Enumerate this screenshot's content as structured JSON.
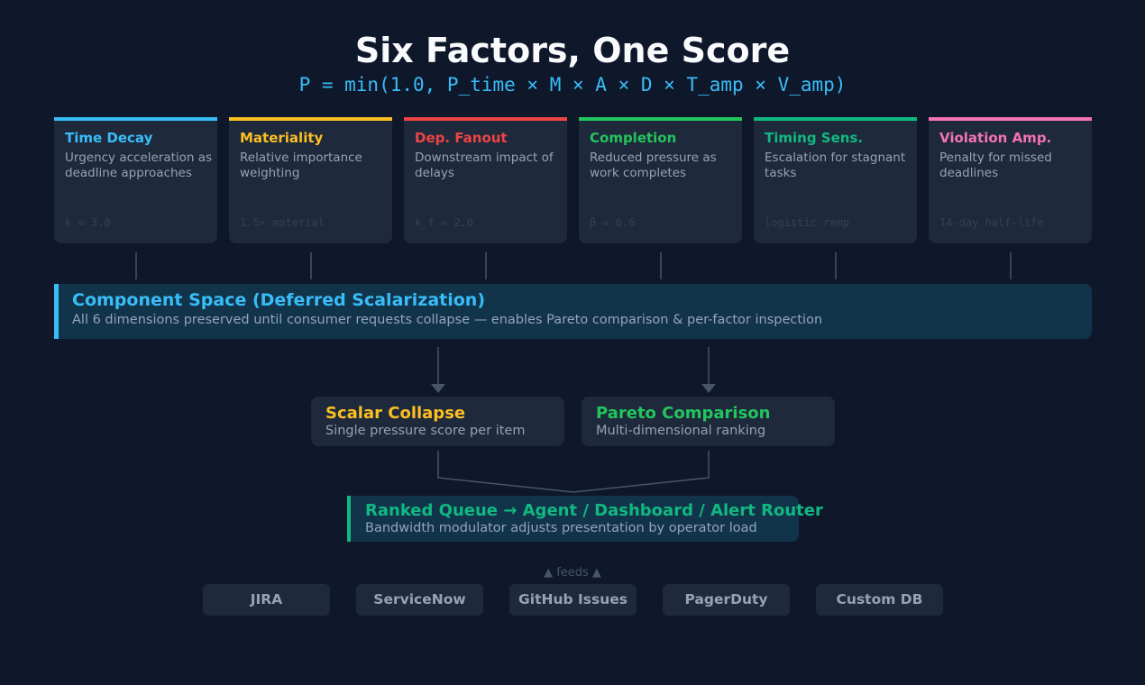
{
  "title": "Six Factors, One Score",
  "formula": "P = min(1.0,  P_time × M × A × D × T_amp × V_amp)",
  "factors": [
    {
      "name": "Time Decay",
      "desc": "Urgency acceleration as deadline approaches",
      "param": "k = 3.0",
      "color": "#38bdf8"
    },
    {
      "name": "Materiality",
      "desc": "Relative importance weighting",
      "param": "1.5× material",
      "color": "#fbbf24"
    },
    {
      "name": "Dep. Fanout",
      "desc": "Downstream impact of delays",
      "param": "k_f = 2.0",
      "color": "#ef4444"
    },
    {
      "name": "Completion",
      "desc": "Reduced pressure as work completes",
      "param": "β = 0.6",
      "color": "#22c55e"
    },
    {
      "name": "Timing Sens.",
      "desc": "Escalation for stagnant tasks",
      "param": "logistic ramp",
      "color": "#10b981"
    },
    {
      "name": "Violation Amp.",
      "desc": "Penalty for missed deadlines",
      "param": "14-day half-life",
      "color": "#f472b6"
    }
  ],
  "component_space": {
    "title": "Component Space  (Deferred Scalarization)",
    "desc": "All 6 dimensions preserved until consumer requests collapse — enables Pareto comparison & per-factor inspection"
  },
  "scalar_collapse": {
    "title": "Scalar Collapse",
    "desc": "Single pressure score per item",
    "color": "#fbbf24"
  },
  "pareto": {
    "title": "Pareto Comparison",
    "desc": "Multi-dimensional ranking",
    "color": "#22c55e"
  },
  "ranked_queue": {
    "title": "Ranked Queue → Agent / Dashboard / Alert Router",
    "desc": "Bandwidth modulator adjusts presentation by operator load"
  },
  "feeds_label": "▲  feeds  ▲",
  "sources": [
    "JIRA",
    "ServiceNow",
    "GitHub Issues",
    "PagerDuty",
    "Custom DB"
  ]
}
